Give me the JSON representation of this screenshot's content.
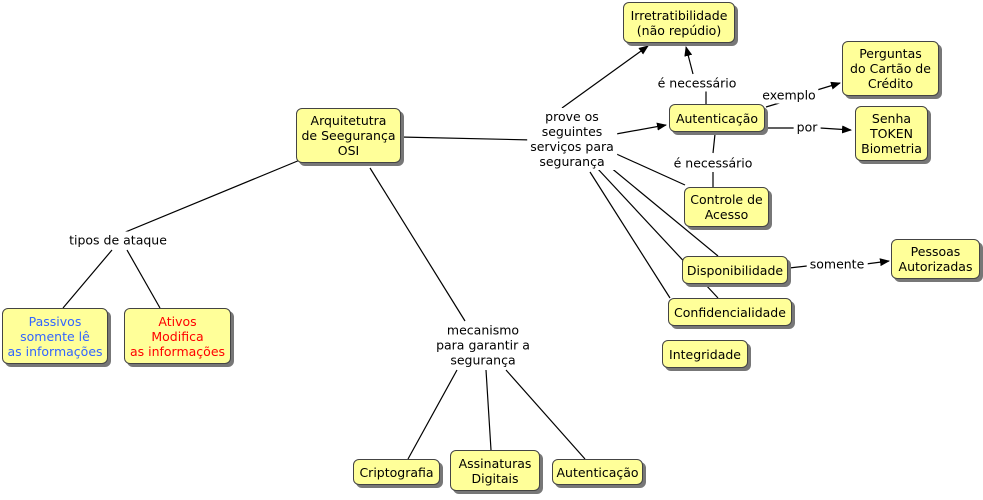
{
  "nodes": {
    "arquitetura": "Arquitetutra\nde Seegurança\nOSI",
    "irretratibilidade": "Irretratibilidade\n(não repúdio)",
    "perguntas": "Perguntas\ndo Cartão de\nCrédito",
    "autenticacao_top": "Autenticação",
    "senha": "Senha\nTOKEN\nBiometria",
    "controle": "Controle de\nAcesso",
    "disponibilidade": "Disponibilidade",
    "pessoas": "Pessoas\nAutorizadas",
    "confidencialidade": "Confidencialidade",
    "integridade": "Integridade",
    "passivos": "Passivos\nsomente lê\nas informações",
    "ativos": "Ativos\nModifica\nas informações",
    "criptografia": "Criptografia",
    "assinaturas": "Assinaturas\nDigitais",
    "autenticacao_bottom": "Autenticação"
  },
  "labels": {
    "prove": "prove os\nseguintes\nserviços para\nsegurança",
    "tipos": "tipos de ataque",
    "mecanismo": "mecanismo\npara garantir a\nsegurança",
    "necessario_top": "é necessário",
    "necessario_mid": "é necessário",
    "exemplo": "exemplo",
    "por": "por",
    "somente": "somente"
  },
  "colors": {
    "node_fill": "#ffff99",
    "passivos_text": "#3366ff",
    "ativos_text": "#ff0000"
  }
}
